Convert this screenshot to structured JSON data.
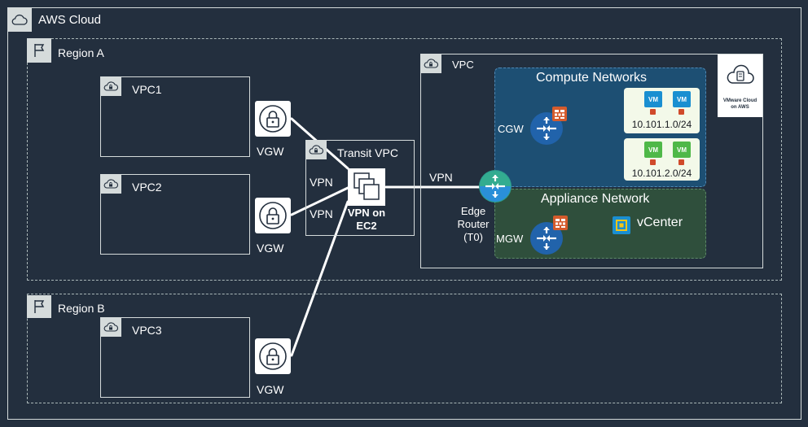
{
  "cloud": {
    "label": "AWS Cloud"
  },
  "regions": {
    "a": "Region A",
    "b": "Region B"
  },
  "vpcs": {
    "vpc1": "VPC1",
    "vpc2": "VPC2",
    "vpc3": "VPC3",
    "sddc": "VPC"
  },
  "gateways": {
    "vgw_label": "VGW"
  },
  "transit": {
    "title": "Transit VPC",
    "vpn_top": "VPN",
    "vpn_bottom": "VPN",
    "instance_line1": "VPN on",
    "instance_line2": "EC2",
    "link_label": "VPN"
  },
  "edge": {
    "line1": "Edge",
    "line2": "Router",
    "line3": "(T0)"
  },
  "compute": {
    "title": "Compute Networks",
    "gateway": "CGW",
    "subnets": [
      "10.101.1.0/24",
      "10.101.2.0/24"
    ],
    "vm_label": "VM"
  },
  "appliance": {
    "title": "Appliance Network",
    "gateway": "MGW",
    "vcenter": "vCenter"
  },
  "vmc_badge": {
    "line1": "VMware Cloud",
    "line2": "on AWS"
  },
  "colors": {
    "background": "#232f3e",
    "compute_fill": "#1d4f73",
    "appliance_fill": "#2f4f3c",
    "router_blue": "#2163ab",
    "firewall": "#d45b2c",
    "vm_blue": "#1a8fd1",
    "vm_green": "#4fb848"
  }
}
